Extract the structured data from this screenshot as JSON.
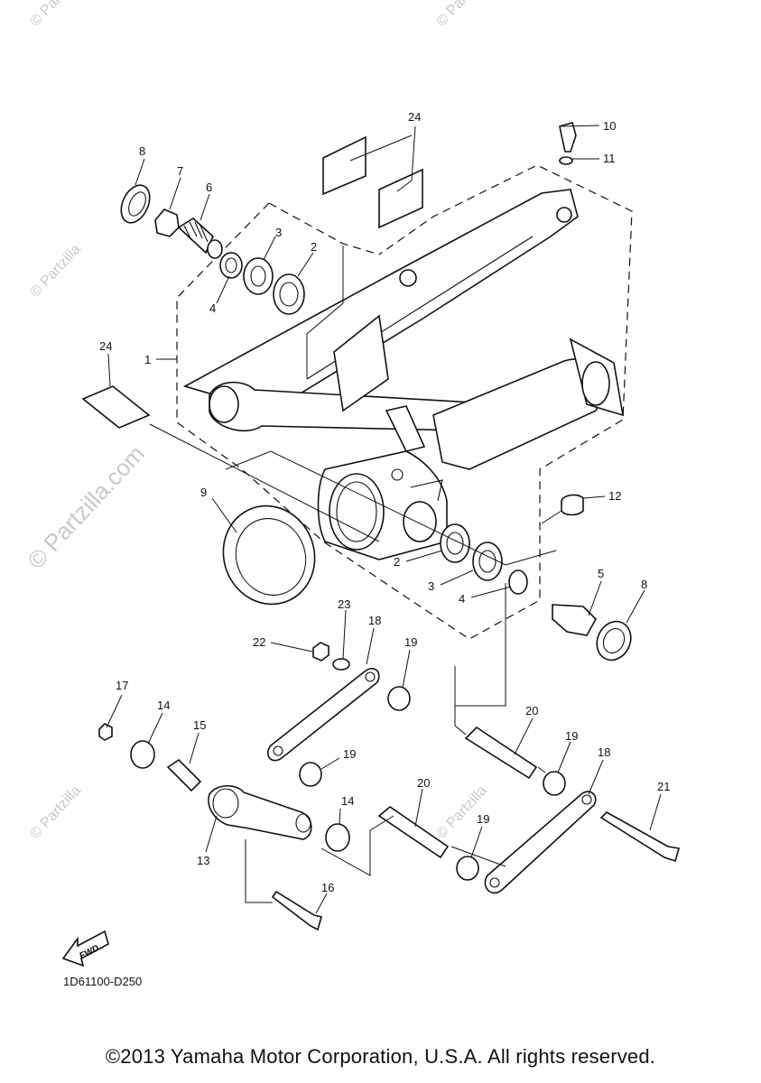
{
  "diagram": {
    "callouts": {
      "c1": "1",
      "c2a": "2",
      "c2b": "2",
      "c3a": "3",
      "c3b": "3",
      "c4a": "4",
      "c4b": "4",
      "c5": "5",
      "c6": "6",
      "c7": "7",
      "c8a": "8",
      "c8b": "8",
      "c9": "9",
      "c10": "10",
      "c11": "11",
      "c12": "12",
      "c13": "13",
      "c14a": "14",
      "c14b": "14",
      "c15": "15",
      "c16": "16",
      "c17": "17",
      "c18a": "18",
      "c18b": "18",
      "c19a": "19",
      "c19b": "19",
      "c19c": "19",
      "c19d": "19",
      "c20a": "20",
      "c20b": "20",
      "c21": "21",
      "c22": "22",
      "c23": "23",
      "c24a": "24",
      "c24b": "24"
    },
    "fwd_label": "FWD",
    "diagram_code": "1D61100-D250",
    "watermark": "© Partzilla.com",
    "watermark_small": "© Partzilla"
  },
  "copyright": "©2013 Yamaha Motor Corporation, U.S.A. All rights reserved."
}
